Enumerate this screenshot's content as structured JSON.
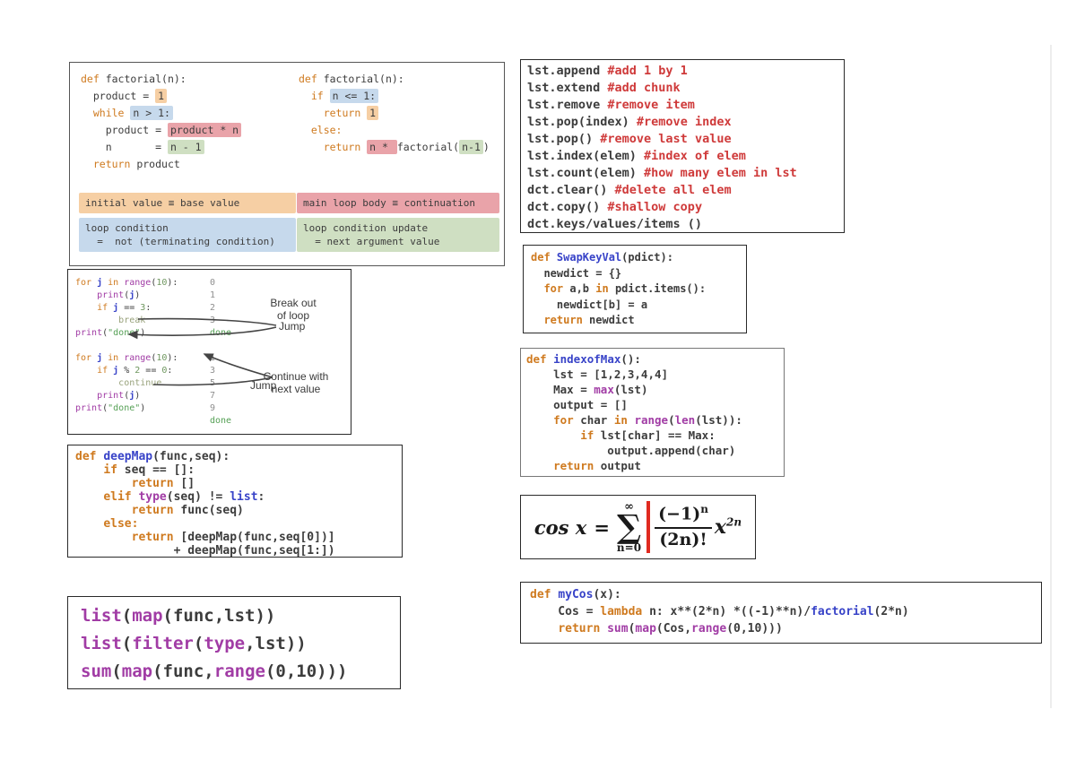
{
  "colors": {
    "highlight_orange": "#f6cfa4",
    "highlight_blue": "#c6d9ec",
    "highlight_pink": "#e9a3a9",
    "highlight_green": "#cfdfc2",
    "keyword_orange": "#cf7a1f",
    "function_blue": "#3843c8",
    "builtin_magenta": "#a13ca5",
    "comment_red": "#cf3a3a",
    "string_green": "#55a055",
    "formula_bar_red": "#e02a20"
  },
  "factorial_panel": {
    "left_code": [
      [
        {
          "t": "def",
          "c": "kw"
        },
        {
          "t": " factorial(n):",
          "c": "txt"
        }
      ],
      [
        {
          "t": "  product = ",
          "c": "txt"
        },
        {
          "t": "1",
          "c": "txt",
          "h": "orange"
        }
      ],
      [
        {
          "t": "  ",
          "c": "txt"
        },
        {
          "t": "while ",
          "c": "kw"
        },
        {
          "t": "n > 1:",
          "c": "txt",
          "h": "blue"
        }
      ],
      [
        {
          "t": "    product = ",
          "c": "txt"
        },
        {
          "t": "product * n",
          "c": "txt",
          "h": "pink"
        }
      ],
      [
        {
          "t": "    n       = ",
          "c": "txt"
        },
        {
          "t": "n - 1",
          "c": "txt",
          "h": "green"
        }
      ],
      [
        {
          "t": "  ",
          "c": "txt"
        },
        {
          "t": "return ",
          "c": "kw"
        },
        {
          "t": "product",
          "c": "txt"
        }
      ]
    ],
    "right_code": [
      [
        {
          "t": "def",
          "c": "kw"
        },
        {
          "t": " factorial(n):",
          "c": "txt"
        }
      ],
      [
        {
          "t": "  ",
          "c": "txt"
        },
        {
          "t": "if ",
          "c": "kw"
        },
        {
          "t": "n <= 1:",
          "c": "txt",
          "h": "blue"
        }
      ],
      [
        {
          "t": "    ",
          "c": "txt"
        },
        {
          "t": "return ",
          "c": "kw"
        },
        {
          "t": "1",
          "c": "txt",
          "h": "orange"
        }
      ],
      [
        {
          "t": "  ",
          "c": "txt"
        },
        {
          "t": "else:",
          "c": "kw"
        }
      ],
      [
        {
          "t": "    ",
          "c": "txt"
        },
        {
          "t": "return ",
          "c": "kw"
        },
        {
          "t": "n * ",
          "c": "txt",
          "h": "pink"
        },
        {
          "t": "factorial(",
          "c": "txt"
        },
        {
          "t": "n-1",
          "c": "txt",
          "h": "green"
        },
        {
          "t": ")",
          "c": "txt"
        }
      ]
    ],
    "legend_left": [
      {
        "hl": "orange",
        "lines": [
          "initial value ≡ base value"
        ]
      },
      {
        "hl": "blue",
        "lines": [
          "loop condition",
          "  =  not (terminating condition)"
        ]
      }
    ],
    "legend_right": [
      {
        "hl": "pink",
        "lines": [
          "main loop body ≡ continuation"
        ]
      },
      {
        "hl": "green",
        "lines": [
          "loop condition update",
          "  = next argument value"
        ]
      }
    ]
  },
  "loop_panel": {
    "loop1_code": [
      [
        {
          "t": "for ",
          "c": "kw"
        },
        {
          "t": "j ",
          "c": "fn"
        },
        {
          "t": "in ",
          "c": "kw"
        },
        {
          "t": "range",
          "c": "bi"
        },
        {
          "t": "(",
          "c": "txt"
        },
        {
          "t": "10",
          "c": "num"
        },
        {
          "t": "):",
          "c": "txt"
        }
      ],
      [
        {
          "t": "    ",
          "c": "txt"
        },
        {
          "t": "print",
          "c": "bi"
        },
        {
          "t": "(",
          "c": "txt"
        },
        {
          "t": "j",
          "c": "fn"
        },
        {
          "t": ")",
          "c": "txt"
        }
      ],
      [
        {
          "t": "    ",
          "c": "txt"
        },
        {
          "t": "if ",
          "c": "kw"
        },
        {
          "t": "j",
          "c": "fn"
        },
        {
          "t": " == ",
          "c": "txt"
        },
        {
          "t": "3",
          "c": "num"
        },
        {
          "t": ":",
          "c": "txt"
        }
      ],
      [
        {
          "t": "        ",
          "c": "txt"
        },
        {
          "t": "break",
          "c": "flow"
        }
      ],
      [
        {
          "t": "print",
          "c": "bi"
        },
        {
          "t": "(",
          "c": "txt"
        },
        {
          "t": "\"done\"",
          "c": "str"
        },
        {
          "t": ")",
          "c": "txt"
        }
      ]
    ],
    "loop1_output": [
      [
        {
          "t": "0",
          "c": "out"
        }
      ],
      [
        {
          "t": "1",
          "c": "out"
        }
      ],
      [
        {
          "t": "2",
          "c": "out"
        }
      ],
      [
        {
          "t": "3",
          "c": "out"
        }
      ],
      [
        {
          "t": "done",
          "c": "str"
        }
      ]
    ],
    "loop2_code": [
      [
        {
          "t": "for ",
          "c": "kw"
        },
        {
          "t": "j ",
          "c": "fn"
        },
        {
          "t": "in ",
          "c": "kw"
        },
        {
          "t": "range",
          "c": "bi"
        },
        {
          "t": "(",
          "c": "txt"
        },
        {
          "t": "10",
          "c": "num"
        },
        {
          "t": "):",
          "c": "txt"
        }
      ],
      [
        {
          "t": "    ",
          "c": "txt"
        },
        {
          "t": "if ",
          "c": "kw"
        },
        {
          "t": "j",
          "c": "fn"
        },
        {
          "t": " % ",
          "c": "txt"
        },
        {
          "t": "2",
          "c": "num"
        },
        {
          "t": " == ",
          "c": "txt"
        },
        {
          "t": "0",
          "c": "num"
        },
        {
          "t": ":",
          "c": "txt"
        }
      ],
      [
        {
          "t": "        ",
          "c": "txt"
        },
        {
          "t": "continue",
          "c": "flow"
        }
      ],
      [
        {
          "t": "    ",
          "c": "txt"
        },
        {
          "t": "print",
          "c": "bi"
        },
        {
          "t": "(",
          "c": "txt"
        },
        {
          "t": "j",
          "c": "fn"
        },
        {
          "t": ")",
          "c": "txt"
        }
      ],
      [
        {
          "t": "print",
          "c": "bi"
        },
        {
          "t": "(",
          "c": "txt"
        },
        {
          "t": "\"done\"",
          "c": "str"
        },
        {
          "t": ")",
          "c": "txt"
        }
      ]
    ],
    "loop2_output": [
      [
        {
          "t": "1",
          "c": "out"
        }
      ],
      [
        {
          "t": "3",
          "c": "out"
        }
      ],
      [
        {
          "t": "5",
          "c": "out"
        }
      ],
      [
        {
          "t": "7",
          "c": "out"
        }
      ],
      [
        {
          "t": "9",
          "c": "out"
        }
      ],
      [
        {
          "t": "done",
          "c": "str"
        }
      ]
    ],
    "jump_label": "Jump",
    "note1": "Break out\nof loop",
    "note2": "Continue with\nnext value"
  },
  "deepmap_panel": {
    "code": [
      [
        {
          "t": "def ",
          "c": "kw"
        },
        {
          "t": "deepMap",
          "c": "fn"
        },
        {
          "t": "(func,seq):",
          "c": "txt"
        }
      ],
      [
        {
          "t": "    ",
          "c": "txt"
        },
        {
          "t": "if ",
          "c": "kw"
        },
        {
          "t": "seq == []:",
          "c": "txt"
        }
      ],
      [
        {
          "t": "        ",
          "c": "txt"
        },
        {
          "t": "return ",
          "c": "kw"
        },
        {
          "t": "[]",
          "c": "txt"
        }
      ],
      [
        {
          "t": "    ",
          "c": "txt"
        },
        {
          "t": "elif ",
          "c": "kw"
        },
        {
          "t": "type",
          "c": "bi"
        },
        {
          "t": "(seq) != ",
          "c": "txt"
        },
        {
          "t": "list",
          "c": "fn"
        },
        {
          "t": ":",
          "c": "txt"
        }
      ],
      [
        {
          "t": "        ",
          "c": "txt"
        },
        {
          "t": "return ",
          "c": "kw"
        },
        {
          "t": "func(seq)",
          "c": "txt"
        }
      ],
      [
        {
          "t": "    ",
          "c": "txt"
        },
        {
          "t": "else:",
          "c": "kw"
        }
      ],
      [
        {
          "t": "        ",
          "c": "txt"
        },
        {
          "t": "return ",
          "c": "kw"
        },
        {
          "t": "[deepMap(func,seq[0])]",
          "c": "txt"
        }
      ],
      [
        {
          "t": "              + deepMap(func,seq[1:])",
          "c": "txt"
        }
      ]
    ]
  },
  "map_filter_panel": {
    "code": [
      [
        {
          "t": "list",
          "c": "bi"
        },
        {
          "t": "(",
          "c": "txt"
        },
        {
          "t": "map",
          "c": "bi"
        },
        {
          "t": "(func,lst))",
          "c": "txt"
        }
      ],
      [
        {
          "t": "list",
          "c": "bi"
        },
        {
          "t": "(",
          "c": "txt"
        },
        {
          "t": "filter",
          "c": "bi"
        },
        {
          "t": "(",
          "c": "txt"
        },
        {
          "t": "type",
          "c": "bi"
        },
        {
          "t": ",lst))",
          "c": "txt"
        }
      ],
      [
        {
          "t": "sum",
          "c": "bi"
        },
        {
          "t": "(",
          "c": "txt"
        },
        {
          "t": "map",
          "c": "bi"
        },
        {
          "t": "(func,",
          "c": "txt"
        },
        {
          "t": "range",
          "c": "bi"
        },
        {
          "t": "(0,10)))",
          "c": "txt"
        }
      ]
    ]
  },
  "list_methods_panel": {
    "code": [
      [
        {
          "t": "lst.append ",
          "c": "txt"
        },
        {
          "t": "#add 1 by 1",
          "c": "cm"
        }
      ],
      [
        {
          "t": "lst.extend ",
          "c": "txt"
        },
        {
          "t": "#add chunk",
          "c": "cm"
        }
      ],
      [
        {
          "t": "lst.remove ",
          "c": "txt"
        },
        {
          "t": "#remove item",
          "c": "cm"
        }
      ],
      [
        {
          "t": "lst.pop(index) ",
          "c": "txt"
        },
        {
          "t": "#remove index",
          "c": "cm"
        }
      ],
      [
        {
          "t": "lst.pop() ",
          "c": "txt"
        },
        {
          "t": "#remove last value",
          "c": "cm"
        }
      ],
      [
        {
          "t": "lst.index(elem) ",
          "c": "txt"
        },
        {
          "t": "#index of elem",
          "c": "cm"
        }
      ],
      [
        {
          "t": "lst.count(elem) ",
          "c": "txt"
        },
        {
          "t": "#how many elem in lst",
          "c": "cm"
        }
      ],
      [
        {
          "t": "dct.clear() ",
          "c": "txt"
        },
        {
          "t": "#delete all elem",
          "c": "cm"
        }
      ],
      [
        {
          "t": "dct.copy() ",
          "c": "txt"
        },
        {
          "t": "#shallow copy",
          "c": "cm"
        }
      ],
      [
        {
          "t": "dct.keys/values/items ()",
          "c": "txt"
        }
      ]
    ]
  },
  "swapkeyval_panel": {
    "code": [
      [
        {
          "t": "def ",
          "c": "kw"
        },
        {
          "t": "SwapKeyVal",
          "c": "fn"
        },
        {
          "t": "(pdict):",
          "c": "txt"
        }
      ],
      [
        {
          "t": "  newdict = {}",
          "c": "txt"
        }
      ],
      [
        {
          "t": "  ",
          "c": "txt"
        },
        {
          "t": "for ",
          "c": "kw"
        },
        {
          "t": "a,b ",
          "c": "txt"
        },
        {
          "t": "in ",
          "c": "kw"
        },
        {
          "t": "pdict.items():",
          "c": "txt"
        }
      ],
      [
        {
          "t": "    newdict[b] = a",
          "c": "txt"
        }
      ],
      [
        {
          "t": "  ",
          "c": "txt"
        },
        {
          "t": "return ",
          "c": "kw"
        },
        {
          "t": "newdict",
          "c": "txt"
        }
      ]
    ]
  },
  "indexofmax_panel": {
    "code": [
      [
        {
          "t": "def ",
          "c": "kw"
        },
        {
          "t": "indexofMax",
          "c": "fn"
        },
        {
          "t": "():",
          "c": "txt"
        }
      ],
      [
        {
          "t": "    lst = [1,2,3,4,4]",
          "c": "txt"
        }
      ],
      [
        {
          "t": "    Max = ",
          "c": "txt"
        },
        {
          "t": "max",
          "c": "bi"
        },
        {
          "t": "(lst)",
          "c": "txt"
        }
      ],
      [
        {
          "t": "    output = []",
          "c": "txt"
        }
      ],
      [
        {
          "t": "    ",
          "c": "txt"
        },
        {
          "t": "for ",
          "c": "kw"
        },
        {
          "t": "char ",
          "c": "txt"
        },
        {
          "t": "in ",
          "c": "kw"
        },
        {
          "t": "range",
          "c": "bi"
        },
        {
          "t": "(",
          "c": "txt"
        },
        {
          "t": "len",
          "c": "bi"
        },
        {
          "t": "(lst)):",
          "c": "txt"
        }
      ],
      [
        {
          "t": "        ",
          "c": "txt"
        },
        {
          "t": "if ",
          "c": "kw"
        },
        {
          "t": "lst[char] == Max:",
          "c": "txt"
        }
      ],
      [
        {
          "t": "            output.append(char)",
          "c": "txt"
        }
      ],
      [
        {
          "t": "    ",
          "c": "txt"
        },
        {
          "t": "return ",
          "c": "kw"
        },
        {
          "t": "output",
          "c": "txt"
        }
      ]
    ]
  },
  "cos_formula": {
    "lhs": "cos x",
    "eq": "=",
    "inf": "∞",
    "sigma": "∑",
    "lower": "n=0",
    "num_base": "(−1)",
    "num_exp": "n",
    "den": "(2n)!",
    "x_base": "x",
    "x_exp": "2n"
  },
  "mycos_panel": {
    "code": [
      [
        {
          "t": "def ",
          "c": "kw"
        },
        {
          "t": "myCos",
          "c": "fn"
        },
        {
          "t": "(x):",
          "c": "txt"
        }
      ],
      [
        {
          "t": "    Cos = ",
          "c": "txt"
        },
        {
          "t": "lambda",
          "c": "kw"
        },
        {
          "t": " n: x**(2*n) *((-1)**n)/",
          "c": "txt"
        },
        {
          "t": "factorial",
          "c": "fn"
        },
        {
          "t": "(2*n)",
          "c": "txt"
        }
      ],
      [
        {
          "t": "    ",
          "c": "txt"
        },
        {
          "t": "return ",
          "c": "kw"
        },
        {
          "t": "sum",
          "c": "bi"
        },
        {
          "t": "(",
          "c": "txt"
        },
        {
          "t": "map",
          "c": "bi"
        },
        {
          "t": "(Cos,",
          "c": "txt"
        },
        {
          "t": "range",
          "c": "bi"
        },
        {
          "t": "(0,10)))",
          "c": "txt"
        }
      ]
    ]
  }
}
